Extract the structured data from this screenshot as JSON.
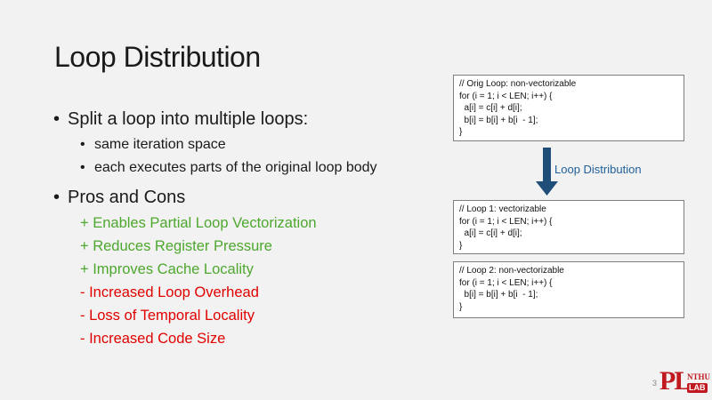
{
  "slide": {
    "title": "Loop Distribution",
    "page_number": "3"
  },
  "bullets": {
    "main1": "Split a loop into multiple loops:",
    "sub1": "same iteration space",
    "sub2": "each executes parts of the original loop body",
    "main2": "Pros and Cons",
    "pros": [
      "+ Enables Partial Loop Vectorization",
      "+ Reduces Register Pressure",
      "+ Improves Cache Locality"
    ],
    "cons": [
      "- Increased Loop Overhead",
      "- Loss of Temporal Locality",
      "- Increased Code Size"
    ]
  },
  "code": {
    "orig": "// Orig Loop: non-vectorizable\nfor (i = 1; i < LEN; i++) {\n  a[i] = c[i] + d[i];\n  b[i] = b[i] + b[i  - 1];\n}",
    "loop1": "// Loop 1: vectorizable\nfor (i = 1; i < LEN; i++) {\n  a[i] = c[i] + d[i];\n}",
    "loop2": "// Loop 2: non-vectorizable\nfor (i = 1; i < LEN; i++) {\n  b[i] = b[i] + b[i  - 1];\n}"
  },
  "arrow": {
    "label": "Loop Distribution"
  },
  "logo": {
    "pl": "PL",
    "nthu": "NTHU",
    "lab": "LAB"
  },
  "colors": {
    "pro": "#4ea72e",
    "con": "#e00000",
    "arrow": "#1f4e79",
    "logo": "#c0191f"
  }
}
